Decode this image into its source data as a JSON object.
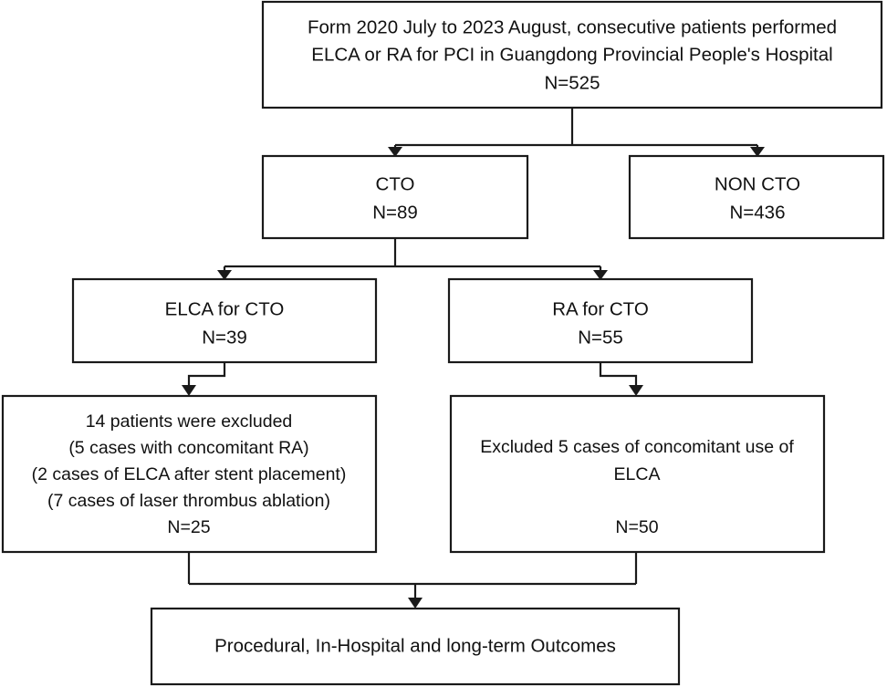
{
  "chart_data": {
    "type": "diagram",
    "title": "Patient enrollment flow diagram",
    "nodes": [
      {
        "id": "enrollment",
        "lines": [
          "Form 2020 July to 2023 August, consecutive patients performed",
          "ELCA or RA for PCI in Guangdong Provincial People's Hospital",
          "N=525"
        ],
        "n": 525
      },
      {
        "id": "cto",
        "lines": [
          "CTO",
          "N=89"
        ],
        "n": 89
      },
      {
        "id": "non-cto",
        "lines": [
          "NON CTO",
          "N=436"
        ],
        "n": 436
      },
      {
        "id": "elca-for-cto",
        "lines": [
          "ELCA for CTO",
          "N=39"
        ],
        "n": 39
      },
      {
        "id": "ra-for-cto",
        "lines": [
          "RA for CTO",
          "N=55"
        ],
        "n": 55
      },
      {
        "id": "elca-excluded",
        "lines": [
          "14 patients were excluded",
          "(5 cases with concomitant RA)",
          "(2 cases of ELCA after stent placement)",
          "(7 cases of laser thrombus ablation)",
          "N=25"
        ],
        "n": 25
      },
      {
        "id": "ra-excluded",
        "lines": [
          "Excluded 5 cases of concomitant use of",
          "ELCA",
          "",
          "N=50"
        ],
        "n": 50
      },
      {
        "id": "outcomes",
        "lines": [
          "Procedural, In-Hospital and long-term Outcomes"
        ]
      }
    ],
    "edges": [
      {
        "from": "enrollment",
        "to": "cto"
      },
      {
        "from": "enrollment",
        "to": "non-cto"
      },
      {
        "from": "cto",
        "to": "elca-for-cto"
      },
      {
        "from": "cto",
        "to": "ra-for-cto"
      },
      {
        "from": "elca-for-cto",
        "to": "elca-excluded"
      },
      {
        "from": "ra-for-cto",
        "to": "ra-excluded"
      },
      {
        "from": "elca-excluded",
        "to": "outcomes"
      },
      {
        "from": "ra-excluded",
        "to": "outcomes"
      }
    ],
    "colors": {
      "background": "#ffffff",
      "box_stroke": "#1a1a1a",
      "text": "#111111"
    }
  },
  "enrollment": {
    "line1": "Form 2020 July to 2023 August, consecutive patients performed",
    "line2": "ELCA or RA for PCI in Guangdong Provincial People's Hospital",
    "line3": "N=525"
  },
  "cto": {
    "label": "CTO",
    "count": "N=89"
  },
  "non_cto": {
    "label": "NON CTO",
    "count": "N=436"
  },
  "elca_cto": {
    "label": "ELCA for CTO",
    "count": "N=39"
  },
  "ra_cto": {
    "label": "RA for CTO",
    "count": "N=55"
  },
  "elca_excluded": {
    "line1": "14 patients were excluded",
    "line2": "(5 cases with concomitant RA)",
    "line3": "(2 cases of ELCA after stent placement)",
    "line4": "(7 cases of laser thrombus ablation)",
    "count": "N=25"
  },
  "ra_excluded": {
    "line1": "Excluded 5 cases of concomitant use of",
    "line2": "ELCA",
    "count": "N=50"
  },
  "outcomes": {
    "label": "Procedural, In-Hospital and long-term Outcomes"
  }
}
